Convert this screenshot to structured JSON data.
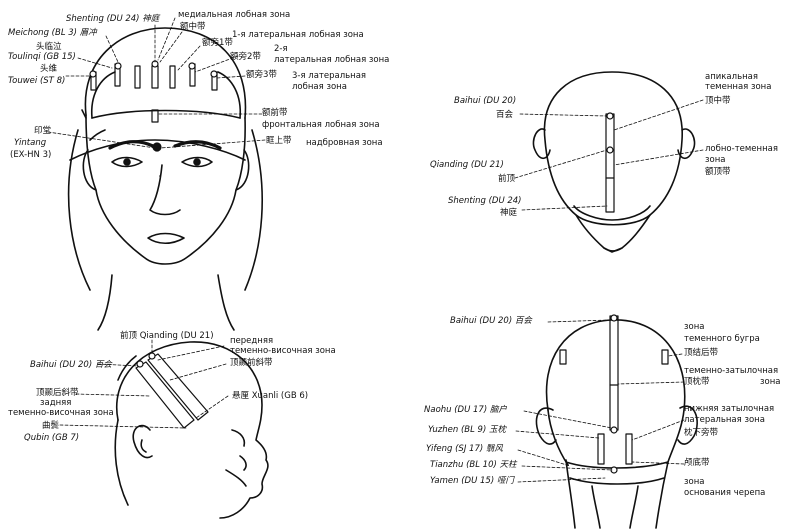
{
  "panels": {
    "front_face": {
      "labels": {
        "shenting": "Shenting (DU 24) 神庭",
        "medial_frontal": "медиальная лобная зона",
        "meichong": "Meichong (BL 3) 眉冲",
        "e_zhong": "额中带",
        "first_lateral": "1-я латеральная лобная зона",
        "toulinqi_cn": "头临泣",
        "toulinqi": "Toulinqi (GB 15)",
        "epang1": "额旁1带",
        "second_lateral_num": "2-я",
        "second_lateral": "латеральная лобная зона",
        "epang2": "额旁2带",
        "touwei_cn": "头维",
        "touwei": "Touwei (ST 8)",
        "epang3": "额旁3带",
        "third_lateral_a": "3-я латеральная",
        "third_lateral_b": "лобная зона",
        "e_qian": "额前带",
        "frontal_frontal": "фронтальная лобная зона",
        "yintang_cn": "印堂",
        "yintang": "Yintang",
        "yintang_code": "(EX-HN 3)",
        "e_shang": "眶上带",
        "supraorbital": "надбровная зона"
      }
    },
    "top_head": {
      "labels": {
        "apical_a": "апикальная",
        "apical_b": "теменная зона",
        "baihui": "Baihui (DU 20)",
        "baihui_cn": "百会",
        "ding_zhong": "顶中带",
        "fronto_parietal_a": "лобно-теменная",
        "fronto_parietal_b": "зона",
        "qianding": "Qianding (DU 21)",
        "qianding_cn": "前顶",
        "e_ding": "额顶带",
        "shenting": "Shenting (DU 24)",
        "shenting_cn": "神庭"
      }
    },
    "side_head": {
      "labels": {
        "qianding": "前顶 Qianding (DU 21)",
        "anterior_a": "передняя",
        "anterior_b": "теменно-височная зона",
        "ding_nie_qian": "顶颞前斜带",
        "baihui": "Baihui (DU 20) 百会",
        "ding_nie_hou": "顶颞后斜带",
        "posterior_a": "задняя",
        "posterior_b": "теменно-височная зона",
        "xuanli": "悬厘 Xuanli (GB 6)",
        "qubin_cn": "曲鬓",
        "qubin": "Qubin (GB 7)"
      }
    },
    "back_head": {
      "labels": {
        "baihui": "Baihui (DU 20) 百会",
        "parietal_tuber_a": "зона",
        "parietal_tuber_b": "теменного бугра",
        "ding_jie": "顶结后带",
        "parieto_occipital_a": "теменно-затылочная",
        "parieto_occipital_b": "зона",
        "ding_zhen": "顶枕带",
        "naohu": "Naohu (DU 17) 脑户",
        "lower_occipital_a": "нижняя затылочная",
        "lower_occipital_b": "латеральная зона",
        "yuzhen": "Yuzhen (BL 9) 玉枕",
        "zhen_xia": "枕下旁带",
        "yifeng": "Yifeng (SJ 17) 翳风",
        "tianzhu": "Tianzhu (BL 10) 天柱",
        "nie_di": "颅底带",
        "yamen": "Yamen (DU 15) 哑门",
        "skull_base_a": "зона",
        "skull_base_b": "основания черепа"
      }
    }
  }
}
